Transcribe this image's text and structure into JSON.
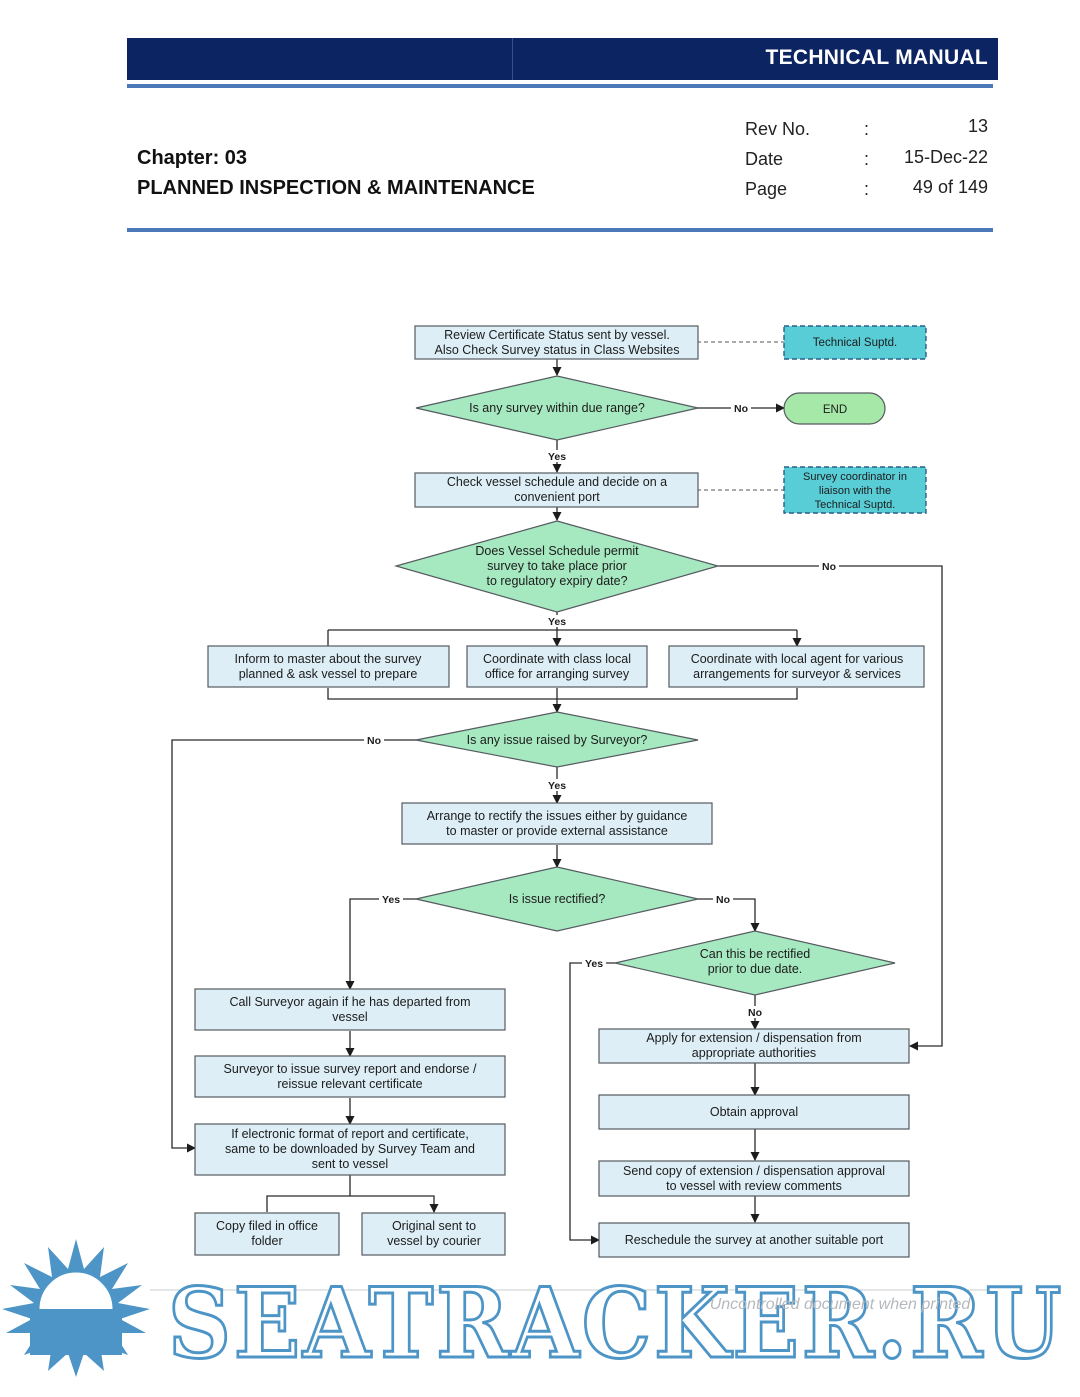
{
  "header": {
    "title": "TECHNICAL MANUAL",
    "chapter": "Chapter: 03",
    "section": "PLANNED INSPECTION & MAINTENANCE",
    "rev_label": "Rev No.",
    "rev_value": "13",
    "date_label": "Date",
    "date_value": "15-Dec-22",
    "page_label": "Page",
    "page_value": "49 of 149",
    "colon": ":"
  },
  "flowchart": {
    "nodes": {
      "review": [
        "Review Certificate Status sent by vessel.",
        "Also Check Survey status in Class Websites"
      ],
      "tech_suptd": [
        "Technical Suptd."
      ],
      "q_due": [
        "Is any survey within due range?"
      ],
      "end": [
        "END"
      ],
      "check_schedule": [
        "Check vessel schedule and decide on a",
        "convenient port"
      ],
      "coordinator": [
        "Survey coordinator in",
        "liaison with the",
        "Technical Suptd."
      ],
      "q_schedule": [
        "Does Vessel Schedule permit",
        "survey to take place prior",
        "to regulatory expiry date?"
      ],
      "inform_master": [
        "Inform to master about the survey",
        "planned & ask vessel to prepare"
      ],
      "coord_class": [
        "Coordinate with class local",
        "office for arranging survey"
      ],
      "coord_agent": [
        "Coordinate with local agent for various",
        "arrangements for surveyor & services"
      ],
      "q_issue": [
        "Is any issue raised by Surveyor?"
      ],
      "rectify": [
        "Arrange to rectify the issues either by guidance",
        "to master or provide external assistance"
      ],
      "q_rectified": [
        "Is issue rectified?"
      ],
      "q_prior": [
        "Can this be rectified",
        "prior to due date."
      ],
      "call_surveyor": [
        "Call Surveyor again if he has departed from",
        "vessel"
      ],
      "issue_report": [
        "Surveyor to issue survey report and endorse /",
        "reissue relevant certificate"
      ],
      "electronic": [
        "If electronic format of report and certificate,",
        "same to be downloaded by Survey Team and",
        "sent to vessel"
      ],
      "copy_filed": [
        "Copy filed in office",
        "folder"
      ],
      "original_sent": [
        "Original sent to",
        "vessel by courier"
      ],
      "apply_ext": [
        "Apply for extension / dispensation from",
        "appropriate authorities"
      ],
      "obtain": [
        "Obtain approval"
      ],
      "send_copy": [
        "Send copy of extension / dispensation approval",
        "to vessel with review comments"
      ],
      "reschedule": [
        "Reschedule the survey at another suitable port"
      ]
    },
    "labels": {
      "yes": "Yes",
      "no": "No"
    }
  },
  "footer": {
    "logo_text": "SEATRACKER.RU",
    "watermark": "Uncontrolled document when printed"
  }
}
